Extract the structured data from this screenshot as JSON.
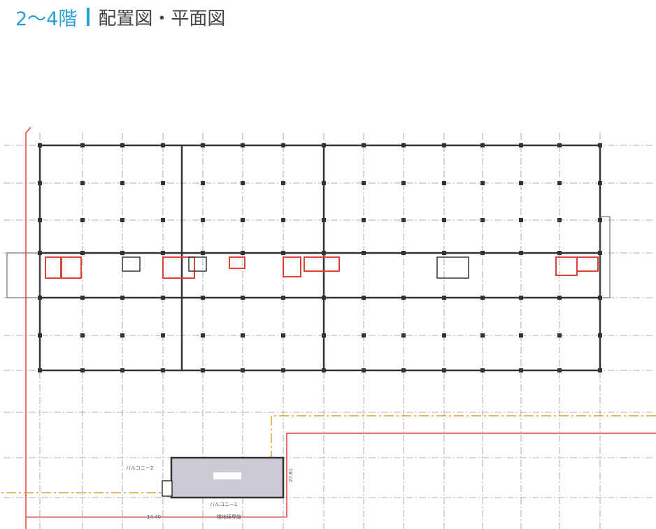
{
  "header": {
    "floor_label": "2～4階",
    "title": "配置図・平面図"
  },
  "plan": {
    "balcony_2": "バルコニー2",
    "balcony_1": "バルコニー1",
    "boundary_line": "隣地境界線",
    "dimension_right": "27.81",
    "dimension_left": "14.40",
    "colors": {
      "accent": "#2a9fd6",
      "property_line": "#d9453a",
      "setback_line": "#e0a030",
      "annex_fill": "#c9cad6"
    }
  }
}
